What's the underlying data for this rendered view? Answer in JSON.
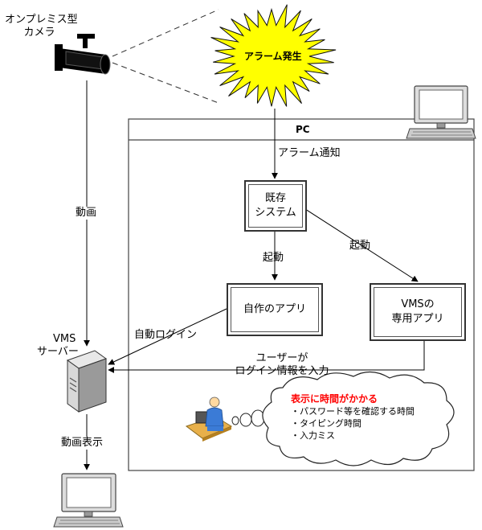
{
  "camera": {
    "label_line1": "オンプレミス型",
    "label_line2": "カメラ"
  },
  "alarm": {
    "label": "アラーム発生"
  },
  "pc_frame": {
    "title": "PC"
  },
  "alarm_notify": {
    "label": "アラーム通知"
  },
  "existing_system": {
    "line1": "既存",
    "line2": "システム"
  },
  "self_app": {
    "label": "自作のアプリ"
  },
  "vms_app": {
    "line1": "VMSの",
    "line2": "専用アプリ"
  },
  "edges": {
    "launch_left": "起動",
    "launch_right": "起動",
    "video": "動画",
    "auto_login": "自動ログイン",
    "user_login_line1": "ユーザーが",
    "user_login_line2": "ログイン情報を入力",
    "video_display": "動画表示"
  },
  "vms_server": {
    "line1": "VMS",
    "line2": "サーバー"
  },
  "thought_cloud": {
    "title": "表示に時間がかかる",
    "items": [
      "・パスワード等を確認する時間",
      "・タイピング時間",
      "・入力ミス"
    ]
  },
  "colors": {
    "alarm_fill": "#ffff00",
    "alarm_text": "#000000",
    "cloud_title": "#ff0000"
  }
}
